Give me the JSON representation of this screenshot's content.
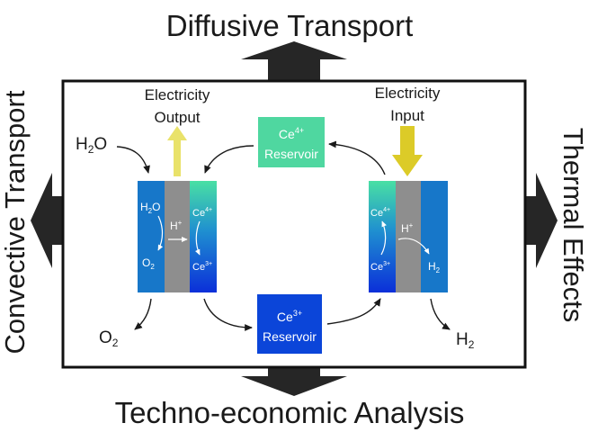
{
  "labels": {
    "top": "Diffusive Transport",
    "bottom": "Techno-economic Analysis",
    "left": "Convective Transport",
    "right": "Thermal Effects"
  },
  "left_cell": {
    "output_line1": "Electricity",
    "output_line2": "Output",
    "h2o_outside": "H",
    "h2o_outside_sub": "2",
    "h2o_outside_tail": "O",
    "o2_outside": "O",
    "o2_outside_sub": "2",
    "h2o_inside": "H",
    "h2o_inside_sub": "2",
    "h2o_inside_tail": "O",
    "o2_inside": "O",
    "o2_inside_sub": "2",
    "hplus": "H",
    "hplus_sup": "+",
    "ce4": "Ce",
    "ce4_sup": "4+",
    "ce3": "Ce",
    "ce3_sup": "3+"
  },
  "right_cell": {
    "input_line1": "Electricity",
    "input_line2": "Input",
    "h2_outside": "H",
    "h2_outside_sub": "2",
    "h2_inside": "H",
    "h2_inside_sub": "2",
    "hplus": "H",
    "hplus_sup": "+",
    "ce4": "Ce",
    "ce4_sup": "4+",
    "ce3": "Ce",
    "ce3_sup": "3+"
  },
  "reservoirs": {
    "ce4_name": "Ce",
    "ce4_sup": "4+",
    "ce3_name": "Ce",
    "ce3_sup": "3+",
    "word": "Reservoir"
  },
  "colors": {
    "frame": "#111111",
    "big_arrow": "#262626",
    "ce4_reservoir": "#4fd7a0",
    "ce3_reservoir": "#0b45d9",
    "electrode_blue": "#1777c9",
    "membrane": "#8e8e8e",
    "electricity_arrow": "#e9e26a",
    "electricity_input_arrow": "#dccb28"
  }
}
